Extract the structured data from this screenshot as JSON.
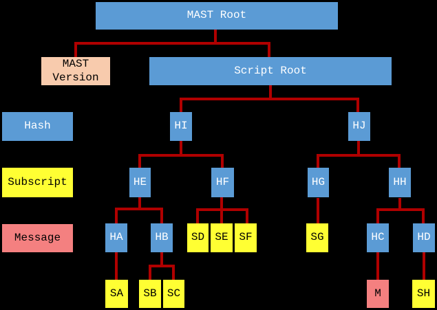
{
  "diagram": {
    "title": "MAST tree diagram",
    "background": "#000000",
    "colors": {
      "node_blue": "#5B9BD5",
      "node_yellow": "#FFFF33",
      "node_pink": "#F48080",
      "node_peach": "#F8CBAD",
      "line_red": "#B00000",
      "text_on_blue": "#FFFFFF",
      "text_dark": "#000000"
    },
    "legend": {
      "hash": "Hash",
      "subscript": "Subscript",
      "message": "Message"
    },
    "nodes": {
      "mast_root": "MAST Root",
      "mast_version": "MAST Version",
      "script_root": "Script Root",
      "hi": "HI",
      "hj": "HJ",
      "he": "HE",
      "hf": "HF",
      "hg": "HG",
      "hh": "HH",
      "ha": "HA",
      "hb": "HB",
      "sd": "SD",
      "se": "SE",
      "sf": "SF",
      "sg": "SG",
      "hc": "HC",
      "hd": "HD",
      "sa": "SA",
      "sb": "SB",
      "sc": "SC",
      "m": "M",
      "sh": "SH"
    }
  }
}
